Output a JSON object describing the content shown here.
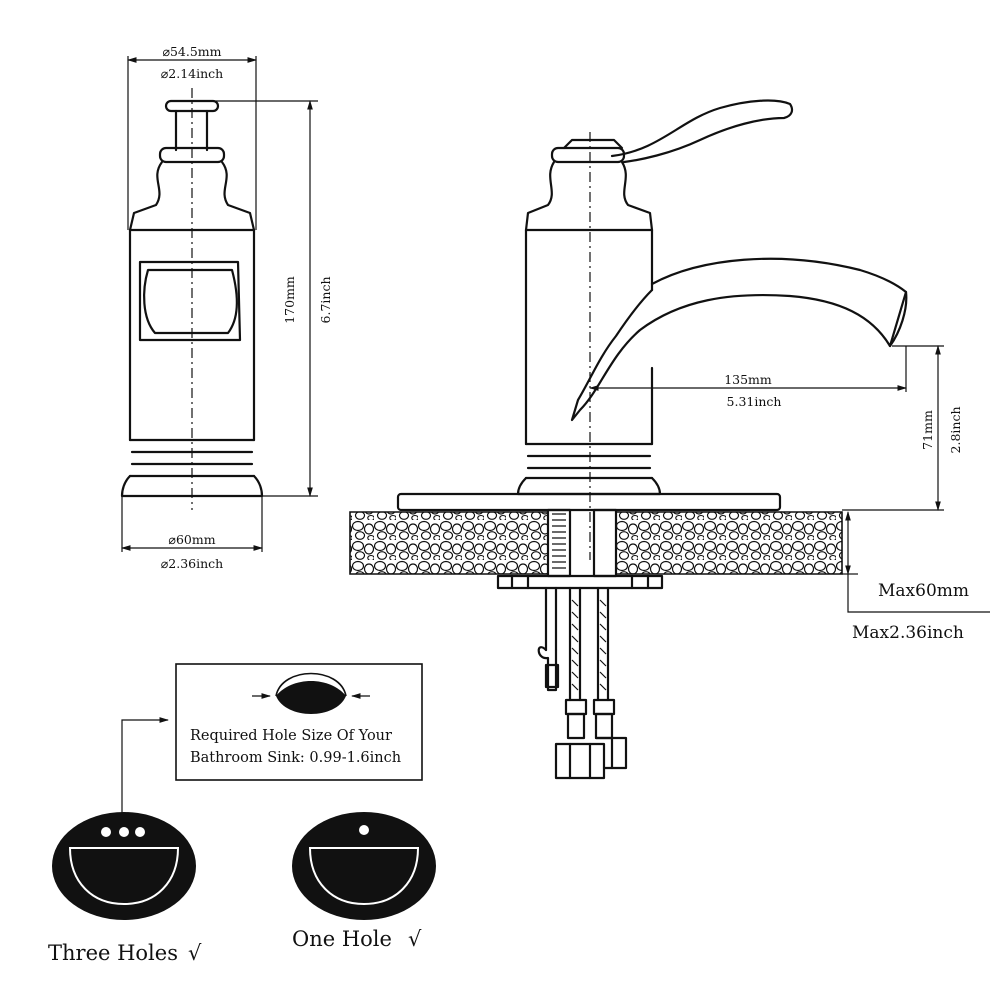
{
  "side_view": {
    "top_diameter_mm": "⌀54.5mm",
    "top_diameter_inch": "⌀2.14inch",
    "height_mm": "170mm",
    "height_inch": "6.7inch",
    "base_diameter_mm": "⌀60mm",
    "base_diameter_inch": "⌀2.36inch"
  },
  "front_view": {
    "spout_reach_mm": "135mm",
    "spout_reach_inch": "5.31inch",
    "spout_height_mm": "71mm",
    "spout_height_inch": "2.8inch",
    "deck_max_mm": "Max60mm",
    "deck_max_inch": "Max2.36inch"
  },
  "hole_note": {
    "line1": "Required Hole Size Of Your",
    "line2": "Bathroom Sink: 0.99-1.6inch"
  },
  "sinks": {
    "three_holes": "Three Holes",
    "one_hole": "One Hole",
    "check": "√"
  }
}
